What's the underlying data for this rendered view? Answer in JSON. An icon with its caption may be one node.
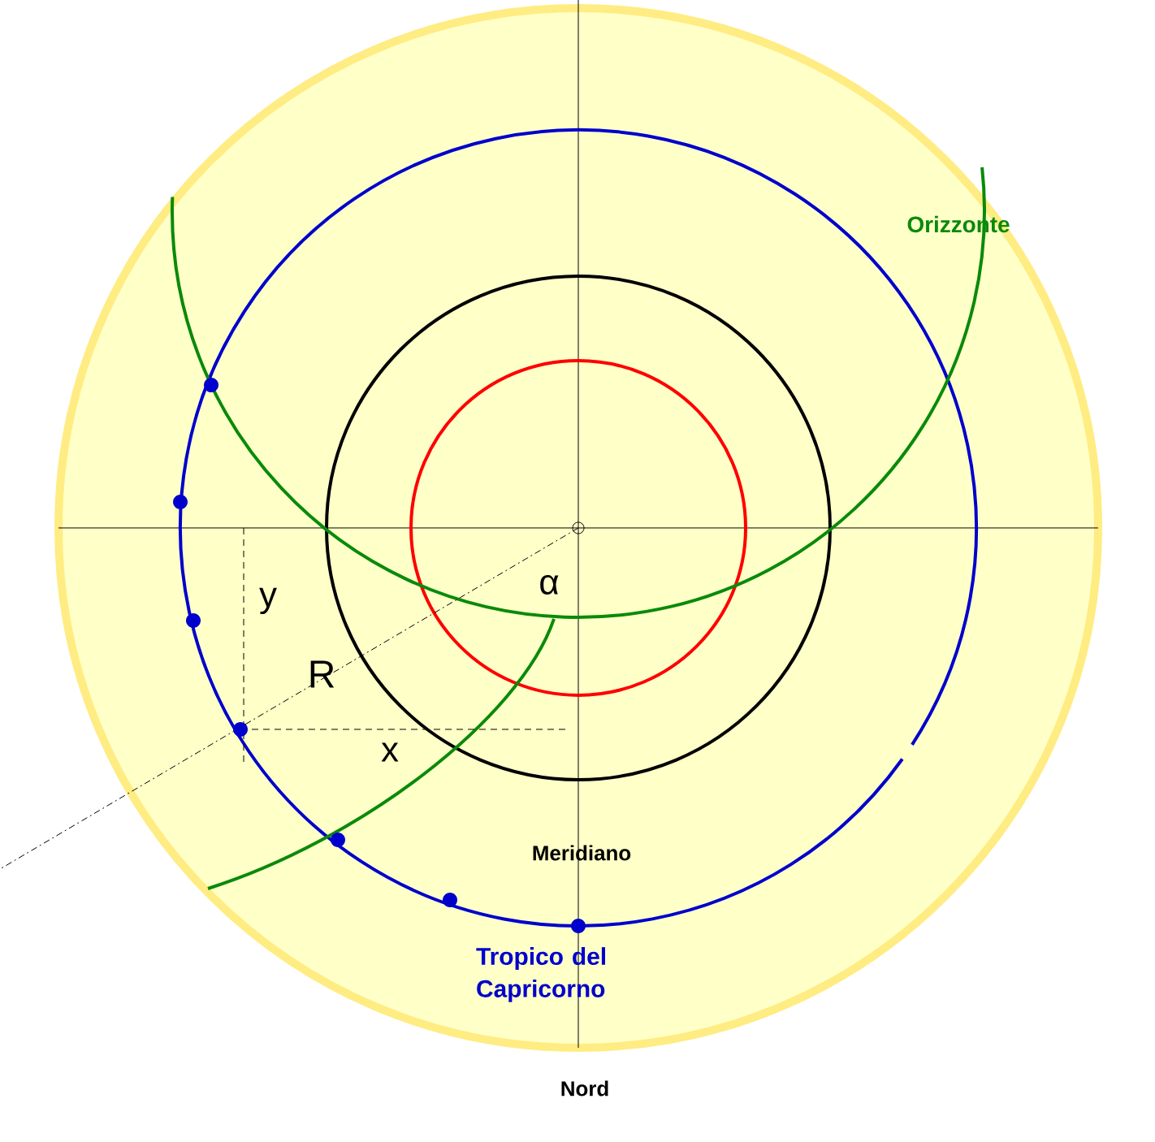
{
  "diagram": {
    "labels": [
      "Orizzonte",
      "α",
      "y",
      "R",
      "x",
      "Meridiano",
      "Tropico del Capricorno",
      "Nord"
    ]
  }
}
